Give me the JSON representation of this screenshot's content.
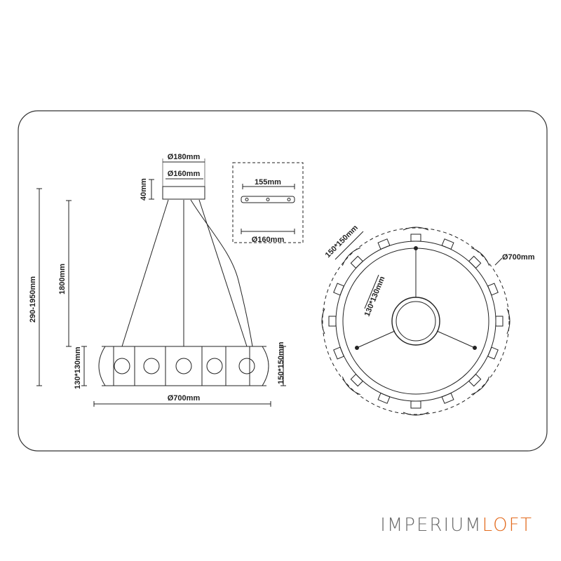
{
  "dimensions": {
    "top_plate_outer": "Ø180mm",
    "top_plate_inner": "Ø160mm",
    "plate_height": "40mm",
    "total_height": "290-1950mm",
    "cable_length": "1800mm",
    "left_shade": "130*130mm",
    "right_shade": "150*150mm",
    "ring_diameter": "Ø700mm",
    "mount_width": "155mm",
    "mount_diameter": "Ø160mm",
    "top_view_outer": "Ø700mm",
    "top_view_shade_large": "150*150mm",
    "top_view_shade_small": "130*130mm"
  },
  "brand": {
    "part1": "IMPERIUM",
    "part2": "LOFT",
    "color_part1": "#6b6b6b",
    "color_part2": "#e36b1e"
  }
}
